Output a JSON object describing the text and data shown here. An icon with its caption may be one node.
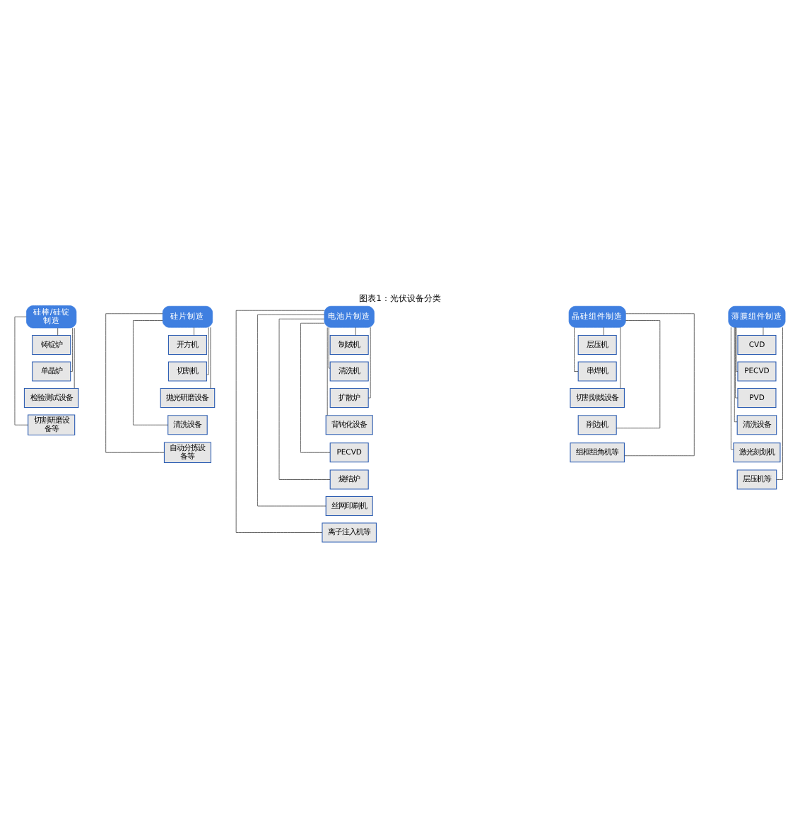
{
  "diagram": {
    "title": "图表1：光伏设备分类",
    "nodes": [
      {
        "text": [
          "硅棒/硅锭制造"
        ]
      },
      {
        "text": [
          "铸锭炉"
        ]
      },
      {
        "text": [
          "单晶炉"
        ]
      },
      {
        "text": [
          "检验测试设备"
        ]
      },
      {
        "text": [
          "切割研磨设备等"
        ]
      },
      {
        "text": [
          "硅片制造"
        ]
      },
      {
        "text": [
          "开方机"
        ]
      },
      {
        "text": [
          "切割机"
        ]
      },
      {
        "text": [
          "抛光研磨设备"
        ]
      },
      {
        "text": [
          "清洗设备"
        ]
      },
      {
        "text": [
          "自动分拣设备等"
        ]
      },
      {
        "text": [
          "电池片制造"
        ]
      },
      {
        "text": [
          "制绒机"
        ]
      },
      {
        "text": [
          "清洗机"
        ]
      },
      {
        "text": [
          "扩散炉"
        ]
      },
      {
        "text": [
          "背钝化设备"
        ]
      },
      {
        "text": [
          "PECVD"
        ]
      },
      {
        "text": [
          "烧结炉"
        ]
      },
      {
        "text": [
          "丝网印刷机"
        ]
      },
      {
        "text": [
          "离子注入机等"
        ]
      },
      {
        "text": [
          "晶硅组件制造"
        ]
      },
      {
        "text": [
          "层压机"
        ]
      },
      {
        "text": [
          "串焊机"
        ]
      },
      {
        "text": [
          "切割划线设备"
        ]
      },
      {
        "text": [
          "削边机"
        ]
      },
      {
        "text": [
          "组框组角机等"
        ]
      },
      {
        "text": [
          "薄膜组件制造"
        ]
      },
      {
        "text": [
          "CVD"
        ]
      },
      {
        "text": [
          "PECVD"
        ]
      },
      {
        "text": [
          "PVD"
        ]
      },
      {
        "text": [
          "清洗设备"
        ]
      },
      {
        "text": [
          "激光刻划机"
        ]
      },
      {
        "text": [
          "层压机等"
        ]
      }
    ],
    "edges": [
      {
        "from": 0,
        "to": 1,
        "arrow": "none"
      },
      {
        "from": 0,
        "to": 2,
        "arrow": "none"
      },
      {
        "from": 0,
        "to": 3,
        "arrow": "none"
      },
      {
        "from": 0,
        "to": 4,
        "arrow": "none"
      },
      {
        "from": 5,
        "to": 6,
        "arrow": "none"
      },
      {
        "from": 5,
        "to": 7,
        "arrow": "none"
      },
      {
        "from": 5,
        "to": 8,
        "arrow": "none"
      },
      {
        "from": 5,
        "to": 9,
        "arrow": "none"
      },
      {
        "from": 5,
        "to": 10,
        "arrow": "none"
      },
      {
        "from": 11,
        "to": 12,
        "arrow": "none"
      },
      {
        "from": 11,
        "to": 13,
        "arrow": "none"
      },
      {
        "from": 11,
        "to": 14,
        "arrow": "none"
      },
      {
        "from": 11,
        "to": 15,
        "arrow": "none"
      },
      {
        "from": 11,
        "to": 16,
        "arrow": "none"
      },
      {
        "from": 11,
        "to": 17,
        "arrow": "none"
      },
      {
        "from": 11,
        "to": 18,
        "arrow": "none"
      },
      {
        "from": 11,
        "to": 19,
        "arrow": "none"
      },
      {
        "from": 20,
        "to": 21,
        "arrow": "none"
      },
      {
        "from": 20,
        "to": 22,
        "arrow": "none"
      },
      {
        "from": 20,
        "to": 23,
        "arrow": "none"
      },
      {
        "from": 20,
        "to": 24,
        "arrow": "none"
      },
      {
        "from": 20,
        "to": 25,
        "arrow": "none"
      },
      {
        "from": 26,
        "to": 27,
        "arrow": "none"
      },
      {
        "from": 26,
        "to": 28,
        "arrow": "none"
      },
      {
        "from": 26,
        "to": 29,
        "arrow": "none"
      },
      {
        "from": 26,
        "to": 30,
        "arrow": "none"
      },
      {
        "from": 26,
        "to": 31,
        "arrow": "none"
      },
      {
        "from": 26,
        "to": 32,
        "arrow": "none"
      }
    ]
  }
}
